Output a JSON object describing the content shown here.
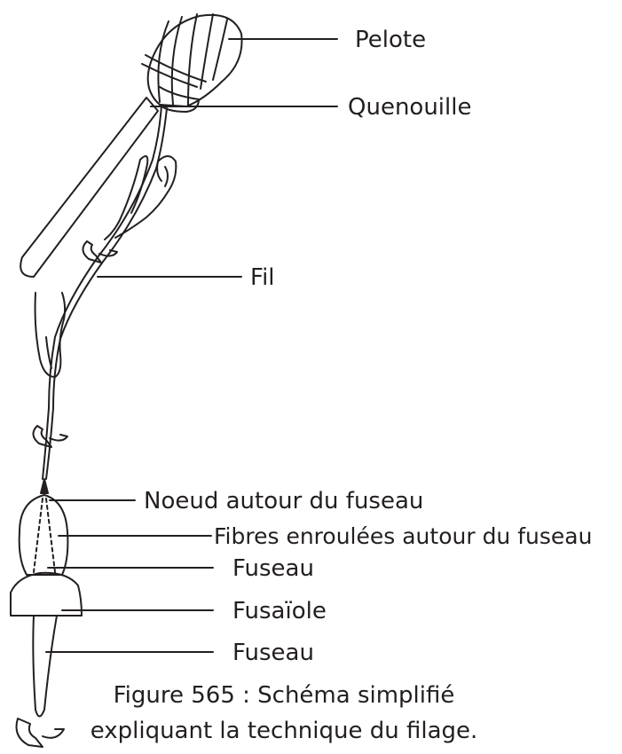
{
  "labels": {
    "pelote": "Pelote",
    "quenouille": "Quenouille",
    "fil": "Fil",
    "noeud": "Noeud autour du fuseau",
    "fibres": "Fibres enroulées autour du fuseau",
    "fuseau_top": "Fuseau",
    "fusaiole": "Fusaïole",
    "fuseau_bottom": "Fuseau"
  },
  "caption": {
    "line1": "Figure 565 : Schéma simplifié",
    "line2": "expliquant la technique du filage."
  },
  "colors": {
    "ink": "#231f20",
    "paper": "#ffffff"
  }
}
